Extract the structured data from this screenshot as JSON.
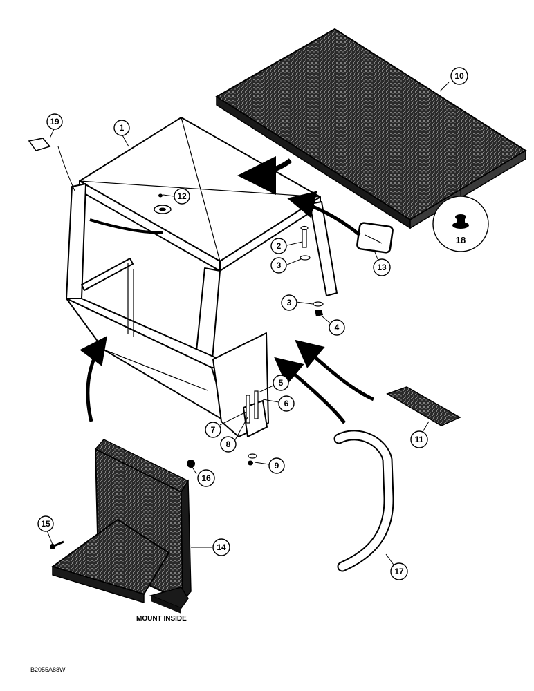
{
  "callouts": [
    {
      "id": "c1",
      "label": "1"
    },
    {
      "id": "c2",
      "label": "2"
    },
    {
      "id": "c3a",
      "label": "3"
    },
    {
      "id": "c3b",
      "label": "3"
    },
    {
      "id": "c4",
      "label": "4"
    },
    {
      "id": "c5",
      "label": "5"
    },
    {
      "id": "c6",
      "label": "6"
    },
    {
      "id": "c7",
      "label": "7"
    },
    {
      "id": "c8",
      "label": "8"
    },
    {
      "id": "c9",
      "label": "9"
    },
    {
      "id": "c10",
      "label": "10"
    },
    {
      "id": "c11",
      "label": "11"
    },
    {
      "id": "c12",
      "label": "12"
    },
    {
      "id": "c13",
      "label": "13"
    },
    {
      "id": "c14",
      "label": "14"
    },
    {
      "id": "c15",
      "label": "15"
    },
    {
      "id": "c16",
      "label": "16"
    },
    {
      "id": "c17",
      "label": "17"
    },
    {
      "id": "c19",
      "label": "19"
    }
  ],
  "detail_label": "18",
  "caption": "MOUNT INSIDE",
  "figure_code": "B2055A88W"
}
